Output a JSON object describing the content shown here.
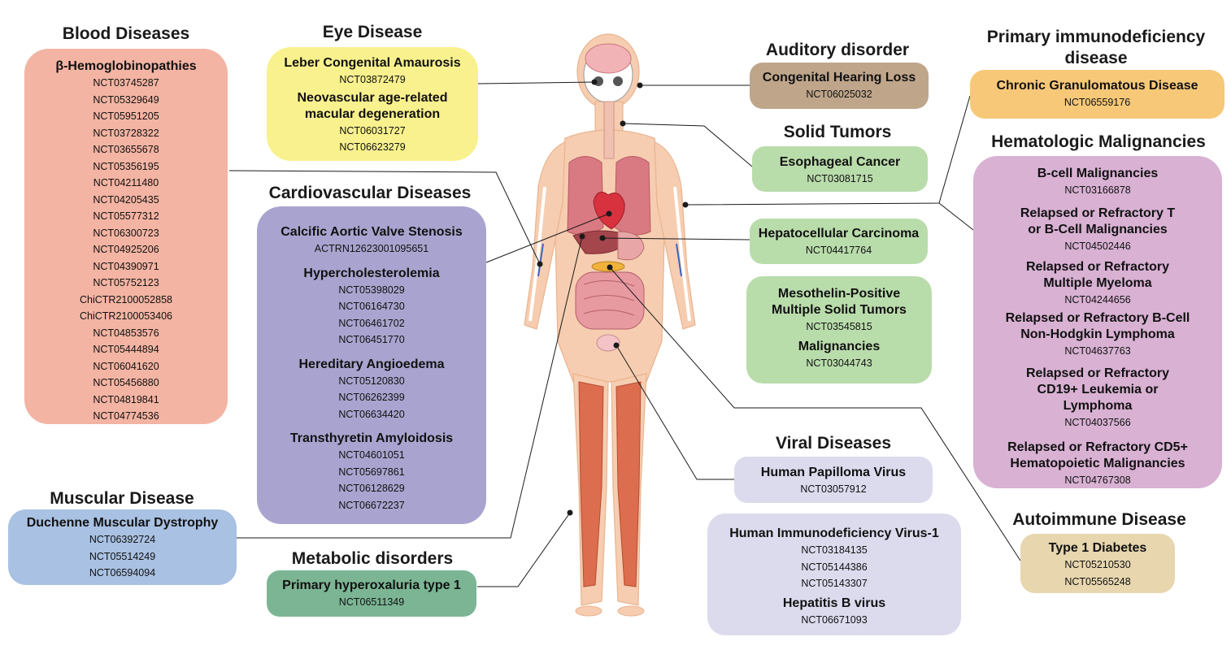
{
  "colors": {
    "blood": "#f3b4a3",
    "eye": "#f8f18d",
    "auditory": "#bfa58a",
    "primary_immuno": "#f7c878",
    "cardio": "#a9a4cf",
    "solid": "#b9dcab",
    "hemato": "#d8b1d3",
    "muscular": "#a9c1e2",
    "metabolic": "#7bb594",
    "viral": "#dcdbee",
    "autoimmune": "#e7d6ae"
  },
  "blood": {
    "title": "Blood Diseases",
    "entries": [
      {
        "name": "β-Hemoglobinopathies",
        "ids": [
          "NCT03745287",
          "NCT05329649",
          "NCT05951205",
          "NCT03728322",
          "NCT03655678",
          "NCT05356195",
          "NCT04211480",
          "NCT04205435",
          "NCT05577312",
          "NCT06300723",
          "NCT04925206",
          "NCT04390971",
          "NCT05752123",
          "ChiCTR2100052858",
          "ChiCTR2100053406",
          "NCT04853576",
          "NCT05444894",
          "NCT06041620",
          "NCT05456880",
          "NCT04819841",
          "NCT04774536"
        ]
      }
    ]
  },
  "eye": {
    "title": "Eye Disease",
    "entries": [
      {
        "name": "Leber Congenital Amaurosis",
        "ids": [
          "NCT03872479"
        ]
      },
      {
        "name": "Neovascular age-related macular degeneration",
        "ids": [
          "NCT06031727",
          "NCT06623279"
        ]
      }
    ]
  },
  "auditory": {
    "title": "Auditory disorder",
    "entries": [
      {
        "name": "Congenital Hearing Loss",
        "ids": [
          "NCT06025032"
        ]
      }
    ]
  },
  "primary_immuno": {
    "title": "Primary immunodeficiency disease",
    "entries": [
      {
        "name": "Chronic Granulomatous Disease",
        "ids": [
          "NCT06559176"
        ]
      }
    ]
  },
  "cardio": {
    "title": "Cardiovascular Diseases",
    "entries": [
      {
        "name": "Calcific Aortic Valve Stenosis",
        "ids": [
          "ACTRN12623001095651"
        ]
      },
      {
        "name": "Hypercholesterolemia",
        "ids": [
          "NCT05398029",
          "NCT06164730",
          "NCT06461702",
          "NCT06451770"
        ]
      },
      {
        "name": "Hereditary Angioedema",
        "ids": [
          "NCT05120830",
          "NCT06262399",
          "NCT06634420"
        ]
      },
      {
        "name": "Transthyretin Amyloidosis",
        "ids": [
          "NCT04601051",
          "NCT05697861",
          "NCT06128629",
          "NCT06672237"
        ]
      }
    ]
  },
  "solid": {
    "title": "Solid Tumors",
    "esophageal": {
      "name": "Esophageal Cancer",
      "ids": [
        "NCT03081715"
      ]
    },
    "hcc": {
      "name": "Hepatocellular Carcinoma",
      "ids": [
        "NCT04417764"
      ]
    },
    "multi": [
      {
        "name": "Mesothelin-Positive Multiple Solid Tumors",
        "ids": [
          "NCT03545815"
        ]
      },
      {
        "name": "Malignancies",
        "ids": [
          "NCT03044743"
        ]
      }
    ]
  },
  "hemato": {
    "title": "Hematologic Malignancies",
    "entries": [
      {
        "name": "B-cell Malignancies",
        "ids": [
          "NCT03166878"
        ]
      },
      {
        "name": "Relapsed or Refractory T or B-Cell Malignancies",
        "ids": [
          "NCT04502446"
        ]
      },
      {
        "name": "Relapsed or Refractory Multiple Myeloma",
        "ids": [
          "NCT04244656"
        ]
      },
      {
        "name": "Relapsed or Refractory B-Cell Non-Hodgkin Lymphoma",
        "ids": [
          "NCT04637763"
        ]
      },
      {
        "name": "Relapsed or Refractory CD19+ Leukemia or Lymphoma",
        "ids": [
          "NCT04037566"
        ]
      },
      {
        "name": "Relapsed or Refractory CD5+ Hematopoietic Malignancies",
        "ids": [
          "NCT04767308"
        ]
      }
    ]
  },
  "muscular": {
    "title": "Muscular Disease",
    "entries": [
      {
        "name": "Duchenne Muscular Dystrophy",
        "ids": [
          "NCT06392724",
          "NCT05514249",
          "NCT06594094"
        ]
      }
    ]
  },
  "metabolic": {
    "title": "Metabolic disorders",
    "entries": [
      {
        "name": "Primary hyperoxaluria type 1",
        "ids": [
          "NCT06511349"
        ]
      }
    ]
  },
  "viral": {
    "title": "Viral Diseases",
    "hpv": {
      "name": "Human Papilloma Virus",
      "ids": [
        "NCT03057912"
      ]
    },
    "others": [
      {
        "name": "Human Immunodeficiency Virus-1",
        "ids": [
          "NCT03184135",
          "NCT05144386",
          "NCT05143307"
        ]
      },
      {
        "name": "Hepatitis B virus",
        "ids": [
          "NCT06671093"
        ]
      }
    ]
  },
  "autoimmune": {
    "title": "Autoimmune Disease",
    "entries": [
      {
        "name": "Type 1 Diabetes",
        "ids": [
          "NCT05210530",
          "NCT05565248"
        ]
      }
    ]
  }
}
